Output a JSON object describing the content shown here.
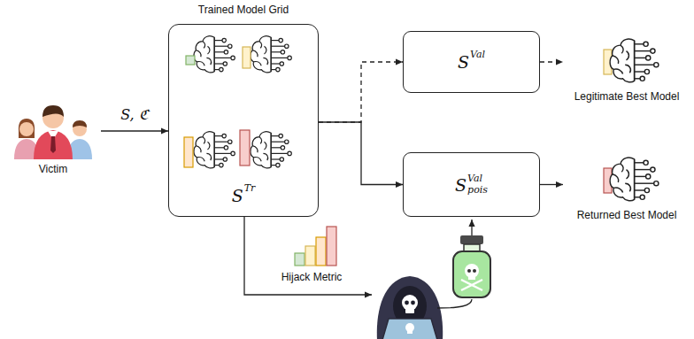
{
  "diagram": {
    "nodes": [
      {
        "text": [
          "Victim"
        ]
      },
      {
        "text": [
          "Trained Model Grid",
          "S",
          "Tr"
        ]
      },
      {
        "text": [
          "S",
          "Val"
        ]
      },
      {
        "text": [
          "S",
          "Val",
          "pois"
        ]
      },
      {
        "text": [
          "Legitimate Best Model"
        ]
      },
      {
        "text": [
          "Returned Best Model"
        ]
      }
    ],
    "edges": [
      {
        "from": 0,
        "to": 1,
        "arrow": "to",
        "label": "S, ℭ"
      },
      {
        "from": 1,
        "to": 2,
        "arrow": "to"
      },
      {
        "from": 1,
        "to": 3,
        "arrow": "to"
      },
      {
        "from": 2,
        "to": 4,
        "arrow": "to"
      },
      {
        "from": 3,
        "to": 5,
        "arrow": "to"
      }
    ],
    "labels": [
      "Hijack Metric"
    ]
  }
}
